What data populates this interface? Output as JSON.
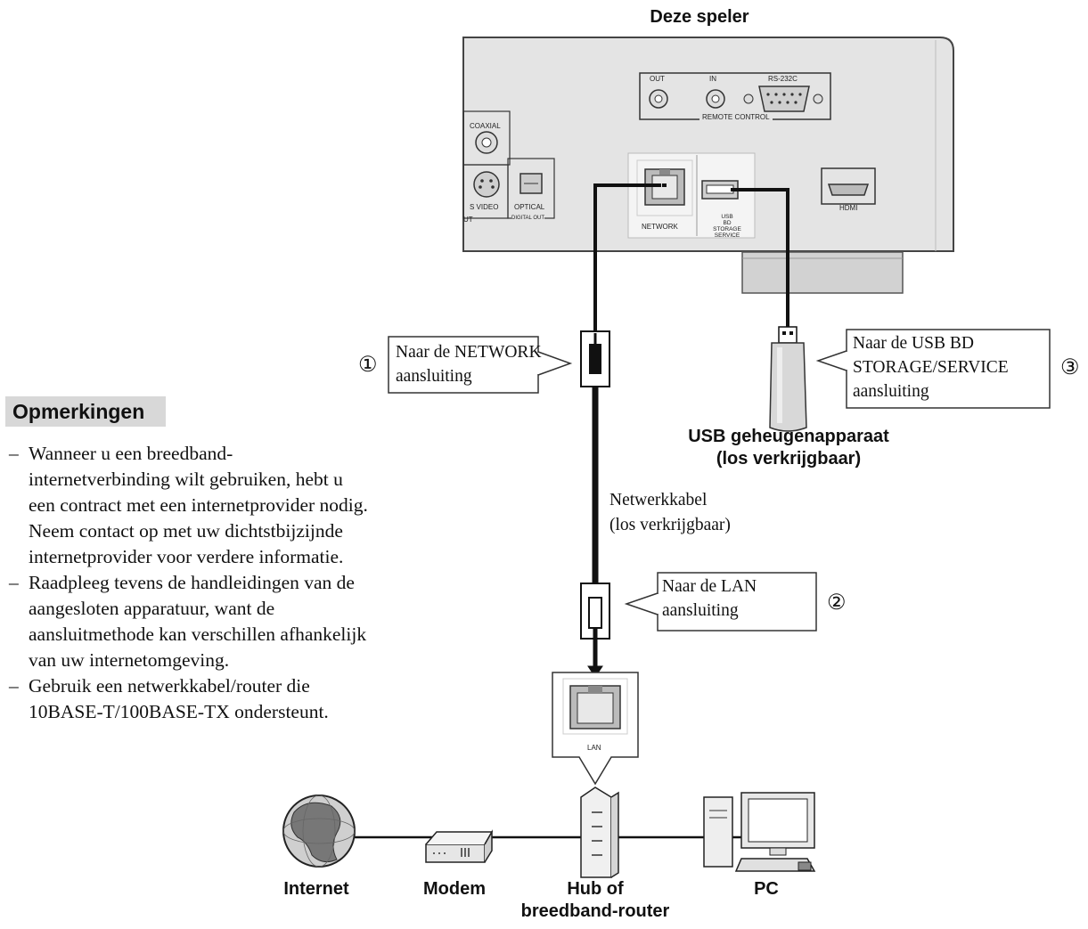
{
  "header": {
    "title": "Deze speler"
  },
  "panel": {
    "labels": {
      "out": "OUT",
      "in": "IN",
      "rs232c": "RS-232C",
      "remote_control": "REMOTE CONTROL",
      "coaxial": "COAXIAL",
      "s_video": "S VIDEO",
      "optical": "OPTICAL",
      "digital_out": "DIGITAL OUT",
      "ut": "UT",
      "network": "NETWORK",
      "usb_line1": "USB",
      "usb_line2": "BD STORAGE",
      "usb_line3": "SERVICE",
      "hdmi": "HDMI",
      "lan": "LAN"
    }
  },
  "callouts": {
    "network": {
      "number": "①",
      "line1": "Naar de NETWORK",
      "line2": "aansluiting"
    },
    "lan": {
      "number": "②",
      "line1": "Naar de LAN",
      "line2": "aansluiting"
    },
    "usb": {
      "number": "③",
      "line1": "Naar de USB BD",
      "line2": "STORAGE/SERVICE",
      "line3": "aansluiting"
    }
  },
  "usb_device": {
    "line1": "USB geheugenapparaat",
    "line2": "(los verkrijgbaar)"
  },
  "cable": {
    "line1": "Netwerkkabel",
    "line2": "(los verkrijgbaar)"
  },
  "notes": {
    "heading": "Opmerkingen",
    "items": [
      {
        "dash": "–",
        "lines": [
          "Wanneer u een breedband-",
          "internetverbinding wilt gebruiken, hebt u",
          "een contract met een internetprovider nodig.",
          "Neem contact op met uw dichtstbijzijnde",
          "internetprovider voor verdere informatie."
        ]
      },
      {
        "dash": "–",
        "lines": [
          "Raadpleeg tevens de handleidingen van de",
          "aangesloten apparatuur, want de",
          "aansluitmethode kan verschillen afhankelijk",
          "van uw internetomgeving."
        ]
      },
      {
        "dash": "–",
        "lines": [
          "Gebruik een netwerkkabel/router die",
          "10BASE-T/100BASE-TX ondersteunt."
        ]
      }
    ]
  },
  "devices": {
    "internet": "Internet",
    "modem": "Modem",
    "router_line1": "Hub of",
    "router_line2": "breedband-router",
    "pc": "PC"
  }
}
